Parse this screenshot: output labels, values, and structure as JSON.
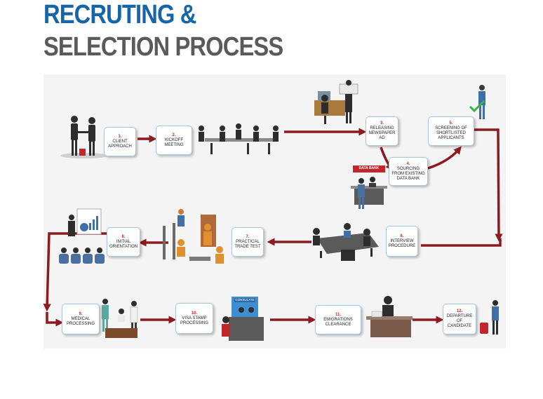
{
  "title": {
    "line1": "RECRUTING &",
    "line2": "SELECTION PROCESS"
  },
  "colors": {
    "title_blue": "#1565a8",
    "title_gray": "#5a5a5a",
    "arrow": "#8c1a1f",
    "number": "#c0262c",
    "box_border": "#a8c6dc"
  },
  "steps": [
    {
      "num": "1.",
      "label": "CLIENT APPROACH"
    },
    {
      "num": "2.",
      "label": "KICKOFF MEETING"
    },
    {
      "num": "3.",
      "label": "RELEASING NEWSPAPER AD"
    },
    {
      "num": "4.",
      "label": "SOURCING FROM EXISTING DATA BANK"
    },
    {
      "num": "5.",
      "label": "SCREENING OF SHORTLISTED APPLICANTS"
    },
    {
      "num": "6.",
      "label": "INTERVIEW PROCEDURE"
    },
    {
      "num": "7.",
      "label": "PRACTICAL TRADE TEST"
    },
    {
      "num": "8.",
      "label": "INITIAL ORIENTATION"
    },
    {
      "num": "9.",
      "label": "MEDICAL PROCESSING"
    },
    {
      "num": "10.",
      "label": "VISA STAMP PROCESSING"
    },
    {
      "num": "11.",
      "label": "EMIGRATIONS CLEARANCE"
    },
    {
      "num": "12.",
      "label": "DEPARTURE OF CANDIDATE"
    }
  ],
  "signs": {
    "data_bank": "DATA BANK",
    "consulate": "CONSULATE"
  },
  "icons": [
    "handshake-icon",
    "meeting-table-icon",
    "newspaper-reader-icon",
    "data-bank-desk-icon",
    "checklist-person-icon",
    "interview-table-icon",
    "trade-workers-icon",
    "presentation-icon",
    "doctors-icon",
    "consulate-desk-icon",
    "emigration-officer-icon",
    "traveler-icon"
  ]
}
